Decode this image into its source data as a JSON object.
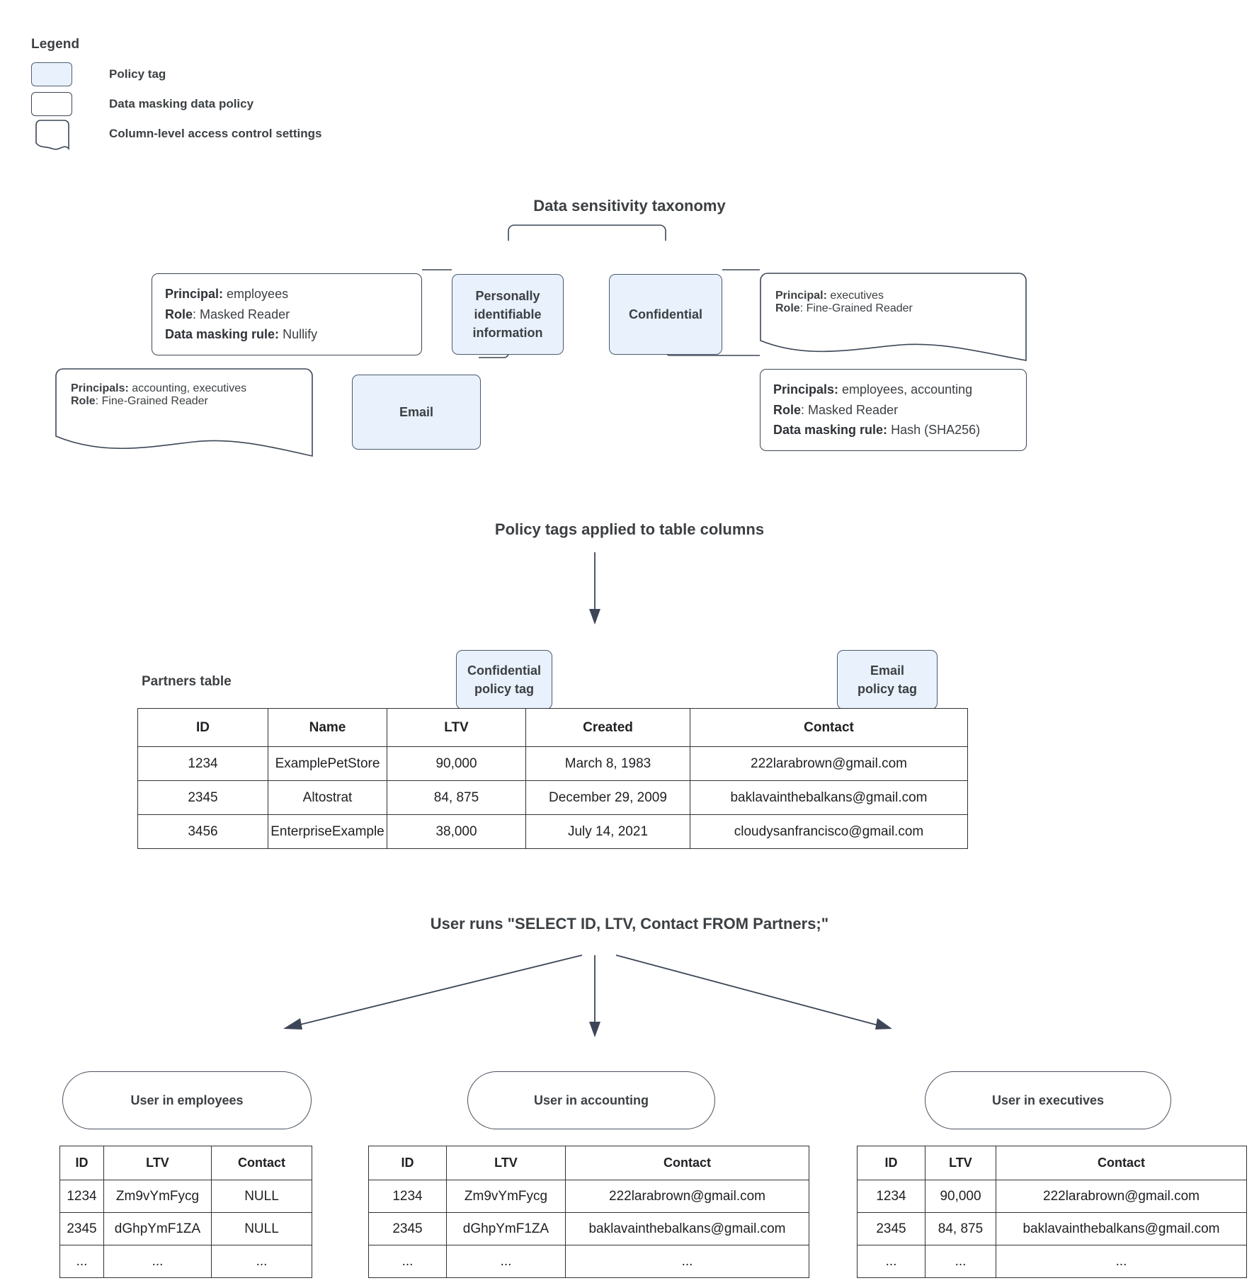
{
  "legend": {
    "title": "Legend",
    "items": [
      {
        "label": "Policy tag",
        "swatch": "policy-tag"
      },
      {
        "label": "Data masking data policy",
        "swatch": "data-masking-policy"
      },
      {
        "label": "Column-level access control settings",
        "swatch": "column-access-settings"
      }
    ]
  },
  "sections": {
    "taxonomy_title": "Data sensitivity taxonomy",
    "policy_tags_title": "Policy tags applied to table columns",
    "query_title": "User runs \"SELECT ID, LTV, Contact FROM Partners;\""
  },
  "taxonomy": {
    "tags": {
      "pii": "Personally\nidentifiable\ninformation",
      "pii_line1": "Personally",
      "pii_line2": "identifiable",
      "pii_line3": "information",
      "confidential": "Confidential",
      "email": "Email"
    },
    "pii_masking_policy": {
      "principal_label": "Principal:",
      "principal_value": " employees",
      "role_label": "Role",
      "role_value": ": Masked Reader",
      "rule_label": "Data masking rule:",
      "rule_value": " Nullify"
    },
    "email_access_settings": {
      "principals_label": "Principals:",
      "principals_value": " accounting, executives",
      "role_label": "Role",
      "role_value": ": Fine-Grained Reader"
    },
    "confidential_access_settings": {
      "principal_label": "Principal:",
      "principal_value": " executives",
      "role_label": "Role",
      "role_value": ": Fine-Grained Reader"
    },
    "confidential_masking_policy": {
      "principals_label": "Principals:",
      "principals_value": " employees, accounting",
      "role_label": "Role",
      "role_value": ": Masked Reader",
      "rule_label": "Data masking rule:",
      "rule_value": " Hash (SHA256)"
    }
  },
  "partners": {
    "table_label": "Partners table",
    "tag_confidential_line1": "Confidential",
    "tag_confidential_line2": "policy tag",
    "tag_email_line1": "Email",
    "tag_email_line2": "policy tag",
    "columns": [
      "ID",
      "Name",
      "LTV",
      "Created",
      "Contact"
    ],
    "rows": [
      [
        "1234",
        "ExamplePetStore",
        "90,000",
        "March 8, 1983",
        "222larabrown@gmail.com"
      ],
      [
        "2345",
        "Altostrat",
        "84, 875",
        "December 29, 2009",
        "baklavainthebalkans@gmail.com"
      ],
      [
        "3456",
        "EnterpriseExample",
        "38,000",
        "July 14, 2021",
        "cloudysanfrancisco@gmail.com"
      ]
    ]
  },
  "results": [
    {
      "actor": "User in employees",
      "columns": [
        "ID",
        "LTV",
        "Contact"
      ],
      "rows": [
        [
          "1234",
          "Zm9vYmFycg",
          "NULL"
        ],
        [
          "2345",
          "dGhpYmF1ZA",
          "NULL"
        ],
        [
          "...",
          "...",
          "..."
        ]
      ]
    },
    {
      "actor": "User in accounting",
      "columns": [
        "ID",
        "LTV",
        "Contact"
      ],
      "rows": [
        [
          "1234",
          "Zm9vYmFycg",
          "222larabrown@gmail.com"
        ],
        [
          "2345",
          "dGhpYmF1ZA",
          "baklavainthebalkans@gmail.com"
        ],
        [
          "...",
          "...",
          "..."
        ]
      ]
    },
    {
      "actor": "User in executives",
      "columns": [
        "ID",
        "LTV",
        "Contact"
      ],
      "rows": [
        [
          "1234",
          "90,000",
          "222larabrown@gmail.com"
        ],
        [
          "2345",
          "84, 875",
          "baklavainthebalkans@gmail.com"
        ],
        [
          "...",
          "...",
          "..."
        ]
      ]
    }
  ],
  "colors": {
    "policy_tag_fill": "#e9f1fd",
    "stroke": "#3c4656",
    "text": "#3c4043",
    "table_border": "#323232"
  }
}
